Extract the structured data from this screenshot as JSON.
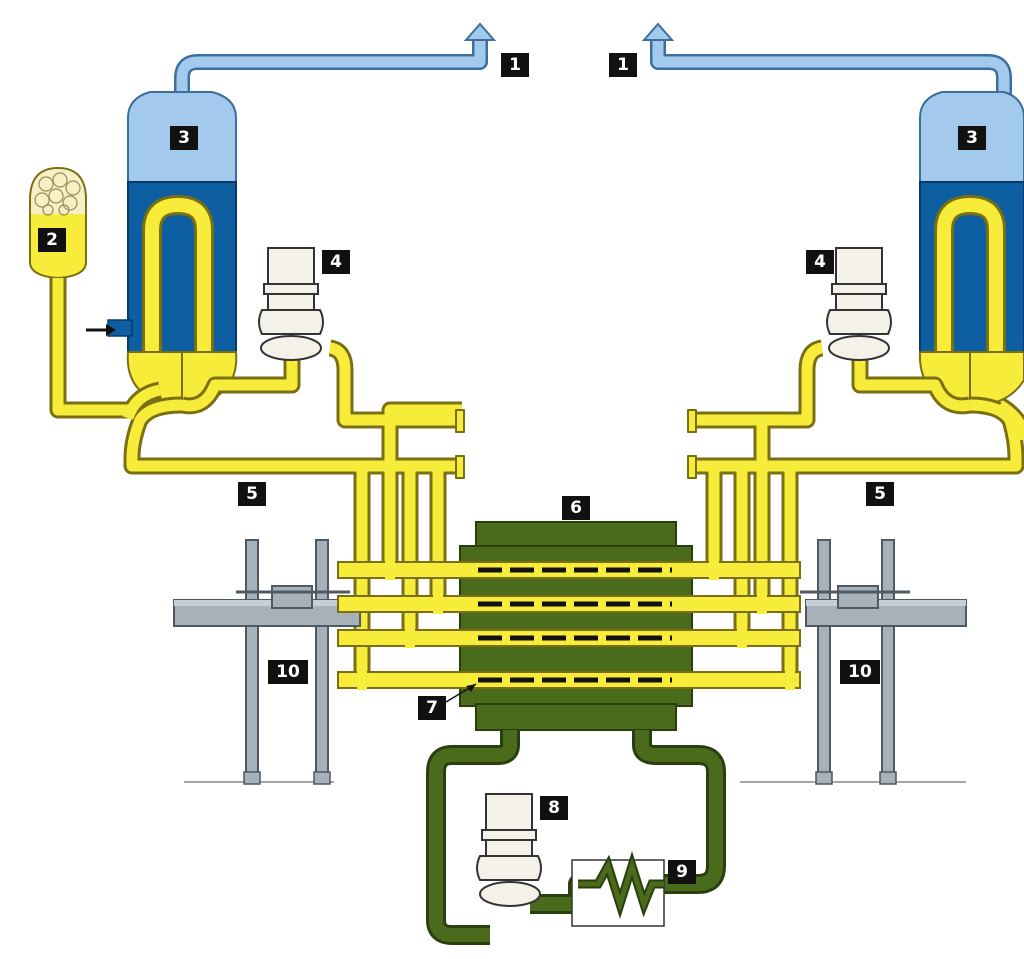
{
  "colors": {
    "steam": "#a3c9ec",
    "steam_outline": "#3d6f9e",
    "water_dark": "#0d5fa2",
    "coolant": "#f7ec3a",
    "coolant_outline": "#7a6f12",
    "core": "#4a6b1c",
    "core_outline": "#2b3f0e",
    "structure": "#a7b1ba",
    "structure_outline": "#4f5964",
    "pump": "#f3f1e8",
    "pump_outline": "#333333",
    "label_bg": "#111111",
    "label_text": "#ffffff"
  },
  "labels": {
    "steam_out_left": "1",
    "steam_out_right": "1",
    "pressurizer": "2",
    "steam_generator_left": "3",
    "steam_generator_right": "3",
    "pump_left": "4",
    "pump_right": "4",
    "header_left": "5",
    "header_right": "5",
    "core": "6",
    "channel": "7",
    "moderator_pump": "8",
    "heat_exchanger": "9",
    "support_left": "10",
    "support_right": "10"
  }
}
